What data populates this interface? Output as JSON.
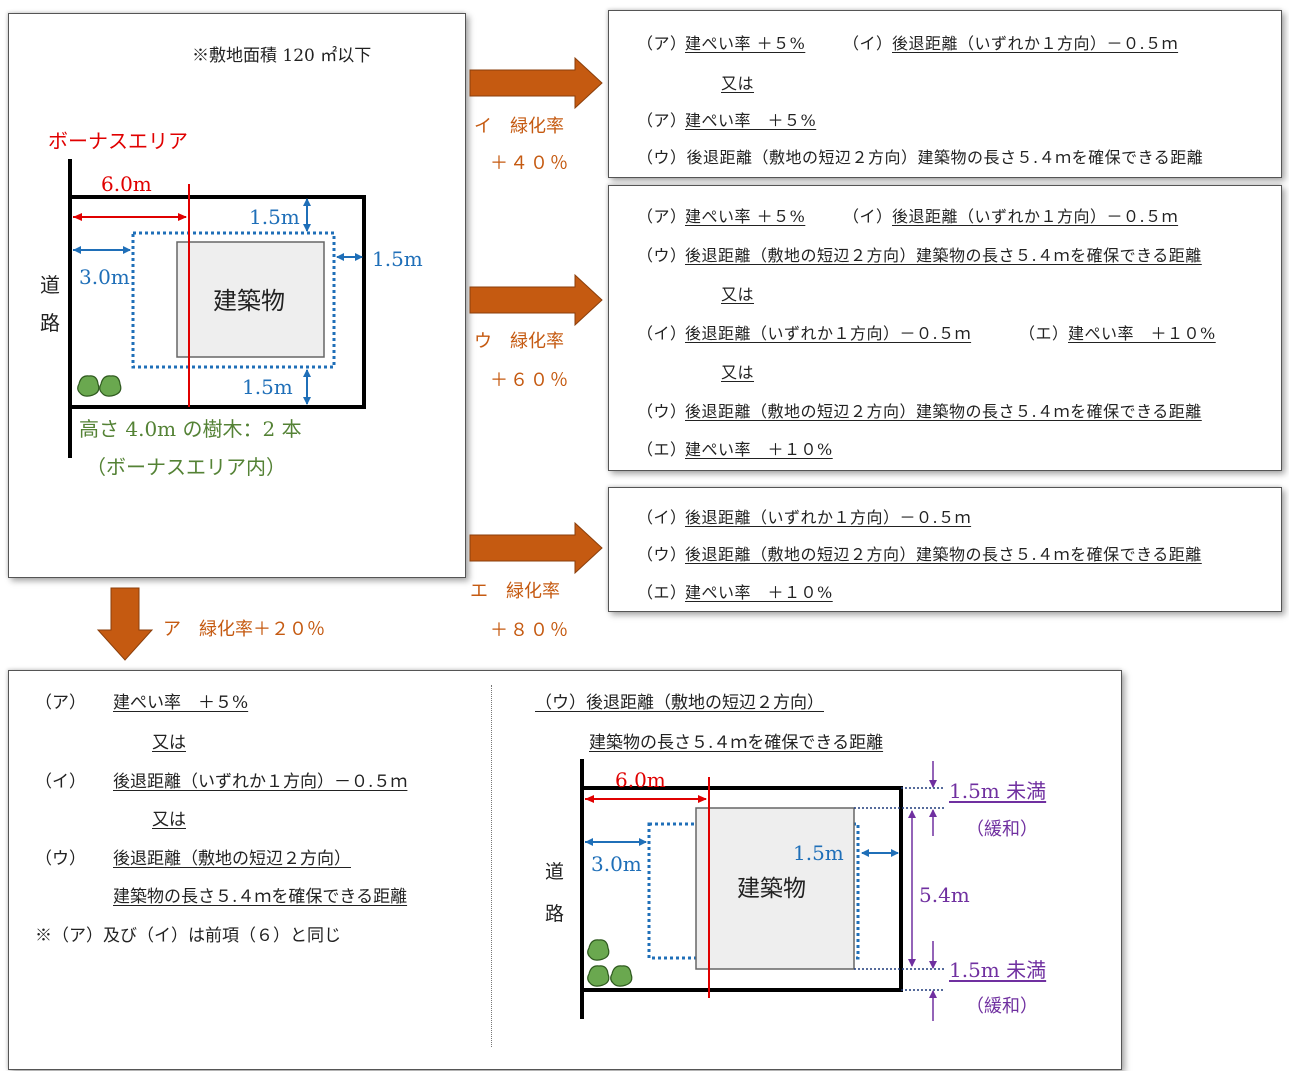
{
  "site_diagram": {
    "note": "※敷地面積 120 ㎡以下",
    "bonus_area": "ボーナスエリア",
    "dim_60": "6.0m",
    "dim_15_top": "1.5m",
    "dim_15_right": "1.5m",
    "dim_15_bottom": "1.5m",
    "dim_30": "3.0m",
    "road_1": "道",
    "road_2": "路",
    "building": "建築物",
    "trees_line1": "高さ 4.0m の樹木：2 本",
    "trees_line2": "（ボーナスエリア内）"
  },
  "arrows": {
    "i_label": "イ　緑化率",
    "i_value": "＋４０％",
    "u_label": "ウ　緑化率",
    "u_value": "＋６０％",
    "e_label": "エ　緑化率",
    "e_value": "＋８０％",
    "a_label": "ア　緑化率＋２０％"
  },
  "box_i": {
    "r1_a_prefix": "（ア）",
    "r1_a": "建ぺい率 ＋５%",
    "r1_i_prefix": "（イ）",
    "r1_i": "後退距離（いずれか１方向）－０.５ｍ",
    "or": "又は",
    "r2_prefix": "（ア）",
    "r2": "建ぺい率　＋５%",
    "r3": "（ウ）後退距離（敷地の短辺２方向）建築物の長さ５.４ｍを確保できる距離"
  },
  "box_u": {
    "r1_a_prefix": "（ア）",
    "r1_a": "建ぺい率 ＋５%",
    "r1_i_prefix": "（イ）",
    "r1_i": "後退距離（いずれか１方向）－０.５ｍ",
    "r2_prefix": "（ウ）",
    "r2": "後退距離（敷地の短辺２方向）建築物の長さ５.４ｍを確保できる距離",
    "or1": "又は",
    "r3_prefix": "（イ）",
    "r3": "後退距離（いずれか１方向）－０.５ｍ",
    "r3_e_prefix": "（エ）",
    "r3_e": "建ぺい率　＋１０%",
    "or2": "又は",
    "r4_prefix": "（ウ）",
    "r4": "後退距離（敷地の短辺２方向）建築物の長さ５.４ｍを確保できる距離",
    "r5_prefix": "（エ）",
    "r5": "建ぺい率　＋１０%"
  },
  "box_e": {
    "r1_prefix": "（イ）",
    "r1": "後退距離（いずれか１方向）－０.５ｍ",
    "r2_prefix": "（ウ）",
    "r2": "後退距離（敷地の短辺２方向）建築物の長さ５.４ｍを確保できる距離",
    "r3_prefix": "（エ）",
    "r3": "建ぺい率　＋１０%"
  },
  "box_a": {
    "a_prefix": "（ア）",
    "a": "建ぺい率　＋５%",
    "or1": "又は",
    "i_prefix": "（イ）",
    "i": "後退距離（いずれか１方向）－０.５ｍ",
    "or2": "又は",
    "u_prefix": "（ウ）",
    "u1": "後退距離（敷地の短辺２方向）",
    "u2": "建築物の長さ５.４ｍを確保できる距離",
    "note": "※（ア）及び（イ）は前項（６）と同じ",
    "right_u1": "（ウ）後退距離（敷地の短辺２方向）",
    "right_u2": "建築物の長さ５.４ｍを確保できる距離",
    "dim_60": "6.0m",
    "dim_30": "3.0m",
    "dim_15": "1.5m",
    "dim_54": "5.4m",
    "less_top": "1.5m 未満",
    "relax_top": "（緩和）",
    "less_bottom": "1.5m 未満",
    "relax_bottom": "（緩和）",
    "road_1": "道",
    "road_2": "路",
    "building": "建築物"
  },
  "colors": {
    "arrow": "#c55a11",
    "bonus_line": "#e00000",
    "dimension": "#1f6fb8",
    "trees": "#548235",
    "relax": "#7030a0"
  }
}
